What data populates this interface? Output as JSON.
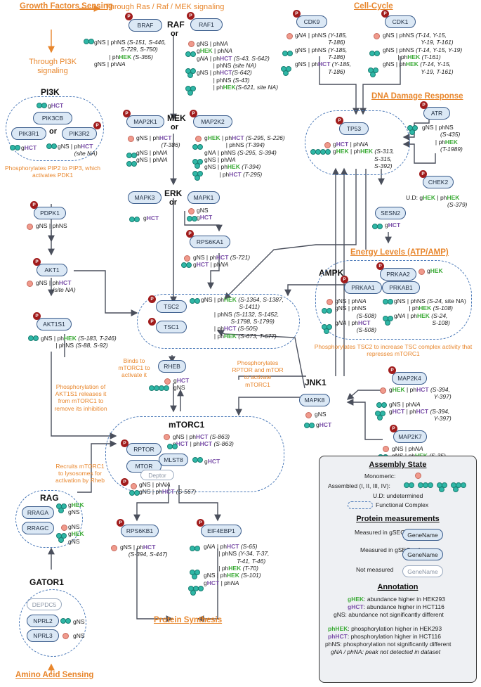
{
  "headers": {
    "growth": "Growth Factors Sensing",
    "ras": "Through Ras / Raf / MEK signaling",
    "pi3k_sig": "Through PI3K signaling",
    "raf": "RAF",
    "mek": "MEK",
    "erk": "ERK",
    "pi3k": "PI3K",
    "cellcycle": "Cell-Cycle",
    "dna": "DNA Damage Response",
    "energy": "Energy Levels (ATP/AMP)",
    "ampk": "AMPK",
    "jnk1": "JNK1",
    "mtorc1": "mTORC1",
    "rag": "RAG",
    "gator1": "GATOR1",
    "amino": "Amino Acid Sensing",
    "protein": "Protein Synthesis",
    "or": "or"
  },
  "genes": {
    "braf": "BRAF",
    "raf1": "RAF1",
    "map2k1": "MAP2K1",
    "map2k2": "MAP2K2",
    "mapk3": "MAPK3",
    "mapk1": "MAPK1",
    "rps6ka1": "RPS6KA1",
    "pik3cb": "PIK3CB",
    "pik3r1": "PIK3R1",
    "pik3r2": "PIK3R2",
    "pdpk1": "PDPK1",
    "akt1": "AKT1",
    "akt1s1": "AKT1S1",
    "tsc2": "TSC2",
    "tsc1": "TSC1",
    "rheb": "RHEB",
    "cdk9": "CDK9",
    "cdk1": "CDK1",
    "tp53": "TP53",
    "atr": "ATR",
    "chek2": "CHEK2",
    "sesn2": "SESN2",
    "prkaa2": "PRKAA2",
    "prkaa1": "PRKAA1",
    "prkab1": "PRKAB1",
    "mapk8": "MAPK8",
    "map2k4": "MAP2K4",
    "map2k7": "MAP2K7",
    "rptor": "RPTOR",
    "mlst8": "MLST8",
    "mtor": "MTOR",
    "deptor": "Deptor",
    "rraga": "RRAGA",
    "rragc": "RRAGC",
    "depdc5": "DEPDC5",
    "nprl2": "NPRL2",
    "nprl3": "NPRL3",
    "rps6kb1": "RPS6KB1",
    "eif4ebp1": "EIF4EBP1"
  },
  "notes": {
    "pi3k": "Phosphorylates PIP2 to PIP3, which activates PDK1",
    "rheb": "Binds to mTORC1 to activate it",
    "rptor": "Phosphorylates RPTOR and mTOR to activate mTORC1",
    "akt1s1": "Phosphorylation of AKT1S1 releases it from mTORC1 to remove its inhibition",
    "rag": "Recruits mTORC1 to lysosomes for activation by Rheb",
    "ampk": "Phosphorylates TSC2 to increase TSC complex activity that represses mTORC1"
  },
  "legend": {
    "title1": "Assembly State",
    "monomeric": "Monomeric:",
    "assembled": "Assembled (I, II, III, IV):",
    "undetermined": "U.D: undetermined",
    "functional": "Functional Complex",
    "title2": "Protein measurements",
    "both": "Measured in gSEC & phSEC",
    "gsec": "Measured in gSEC only",
    "not": "Not measured",
    "genename": "GeneName",
    "title3": "Annotation",
    "a1_tag": "gHEK",
    "a1": ": abundance higher in HEK293",
    "a2_tag": "gHCT",
    "a2": ": abundance higher in HCT116",
    "a3": "gNS: abundance not significantly different",
    "p1_tag": "phHEK",
    "p1": ": phosphorylation higher in HEK293",
    "p2_tag": "phHCT",
    "p2": ": phosphorylation higher in HCT116",
    "p3": "phNS: phosphorylation not significantly different",
    "p4": "gNA / phNA: peak not detected in dataset"
  },
  "colors": {
    "hct": "#7a4fa8",
    "hek": "#3aaa35",
    "accent": "#e8862c",
    "node": "#dbe8f5",
    "pbadge": "#a11c1c"
  }
}
